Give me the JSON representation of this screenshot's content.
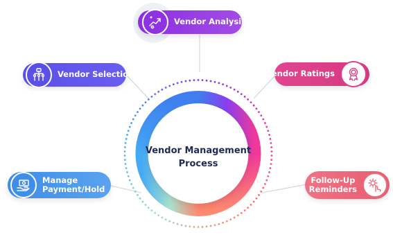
{
  "center": {
    "line1": "Vendor Management",
    "line2": "Process"
  },
  "nodes": {
    "analysis": {
      "label": "Vendor Analysis",
      "color": "#9a3fe4",
      "icon": "graph-arrow-icon"
    },
    "selection": {
      "label": "Vendor Selection",
      "color": "#5f55eb",
      "icon": "people-select-icon"
    },
    "ratings": {
      "label": "Vendor Ratings",
      "color": "#dc3f88",
      "icon": "award-badge-icon"
    },
    "payment": {
      "line1": "Manage",
      "line2": "Payment/Hold",
      "color": "#4a96ec",
      "icon": "hand-money-icon"
    },
    "followup": {
      "line1": "Follow-Up",
      "line2": "Reminders",
      "color": "#ec6a7c",
      "icon": "touch-gear-icon"
    }
  },
  "ring_colors": [
    "#7b3df0",
    "#f0389a",
    "#ff7f6a",
    "#9be0d2",
    "#41a6f5"
  ]
}
